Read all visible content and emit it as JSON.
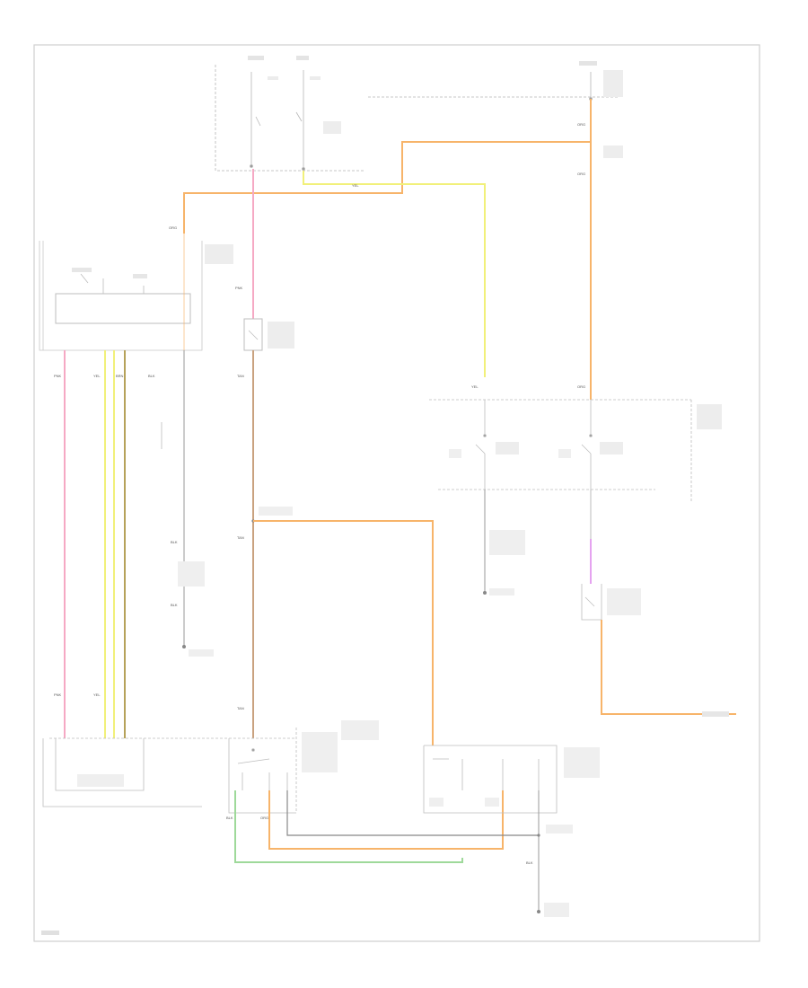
{
  "diagram": {
    "wire_colors": {
      "pink": "#f5a9c4",
      "yellow": "#f1f07a",
      "orange": "#f7b46a",
      "tan": "#c9a27f",
      "olive": "#b6a25a",
      "green": "#9ed99a",
      "black": "#777777",
      "gray": "#cccccc"
    },
    "wire_codes": {
      "top_left_pink": "PNK",
      "top_left_orange": "ORG",
      "top_yellow": "YEL",
      "top_right_orange_1": "ORG",
      "top_right_orange_2": "ORG",
      "left_pink": "PNK",
      "left_yel": "YEL",
      "left_olive": "BRN",
      "left_blk": "BLK",
      "mid_tan": "TAN",
      "mid_tan_2": "TAN",
      "mid_blk": "BLK",
      "mid_blk_2": "BLK",
      "right_yel": "YEL",
      "right_org": "ORG",
      "bot_pink": "PNK",
      "bot_yel": "YEL",
      "bot_tan": "TAN",
      "bot_org": "ORG",
      "bot_blk": "BLK",
      "bot_blk_2": "BLK"
    }
  }
}
